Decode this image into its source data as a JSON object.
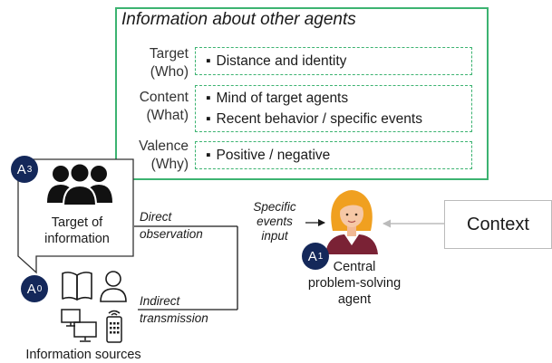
{
  "info_box": {
    "title": "Information about other agents",
    "rows": [
      {
        "category": "Target",
        "subcategory": "(Who)",
        "items": [
          "Distance and identity"
        ]
      },
      {
        "category": "Content",
        "subcategory": "(What)",
        "items": [
          "Mind of target agents",
          "Recent behavior / specific events"
        ]
      },
      {
        "category": "Valence",
        "subcategory": "(Why)",
        "items": [
          "Positive / negative"
        ]
      }
    ]
  },
  "target_card": {
    "badge": "A",
    "badge_sub": "3",
    "label_line1": "Target of",
    "label_line2": "information"
  },
  "sources": {
    "badge": "A",
    "badge_sub": "0",
    "label": "Information sources"
  },
  "edges": {
    "direct_line1": "Direct",
    "direct_line2": "observation",
    "indirect_line1": "Indirect",
    "indirect_line2": "transmission",
    "input_line1": "Specific",
    "input_line2": "events",
    "input_line3": "input"
  },
  "central_agent": {
    "badge": "A",
    "badge_sub": "1",
    "label_line1": "Central",
    "label_line2": "problem-solving",
    "label_line3": "agent"
  },
  "context": {
    "label": "Context"
  },
  "colors": {
    "green": "#3cb371",
    "navy_badge": "#14285a",
    "hair": "#f0a020",
    "skin": "#f6c8a6",
    "shirt": "#7a2235",
    "grey_arrow": "#bbbbbb"
  }
}
